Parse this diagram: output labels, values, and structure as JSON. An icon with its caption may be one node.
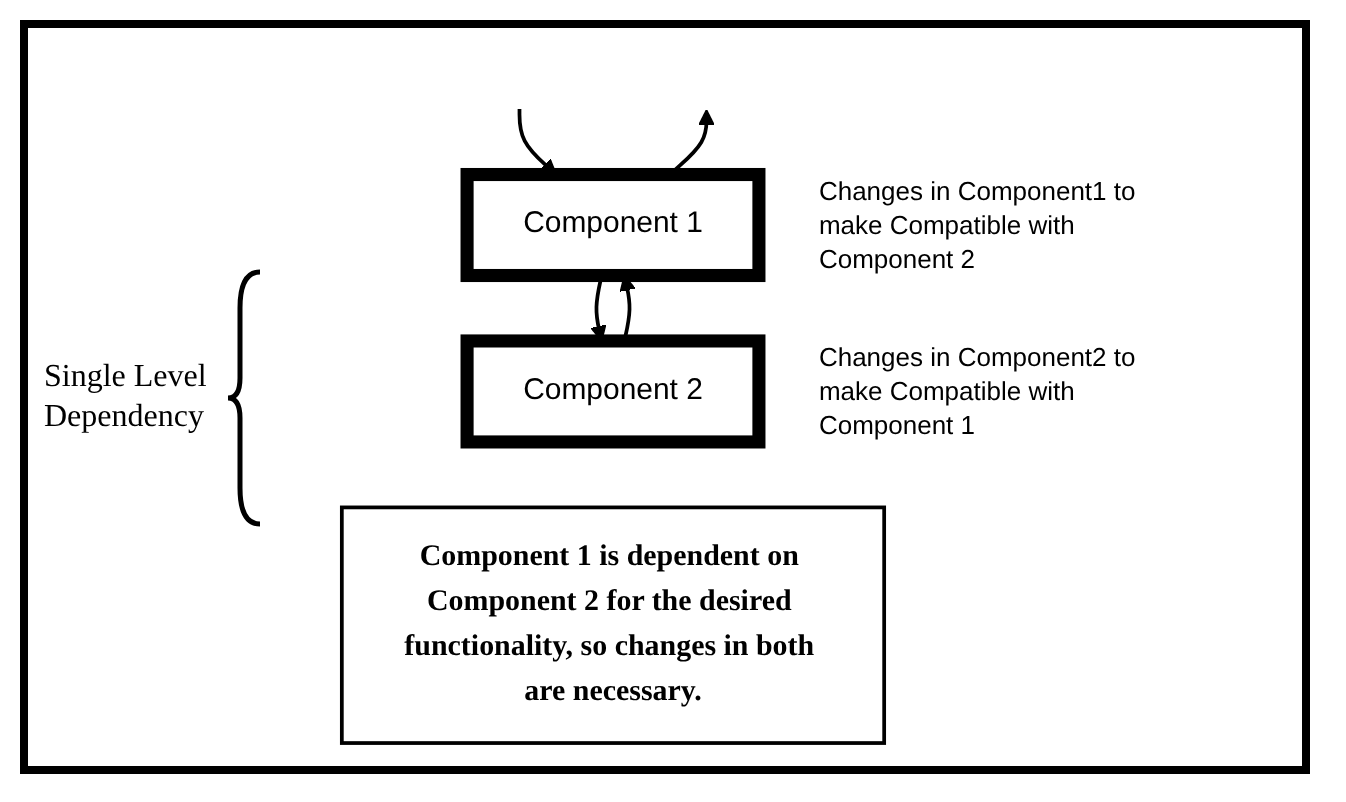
{
  "diagram": {
    "nodes": [
      {
        "text": [
          "Component 1"
        ],
        "beside": [
          "Changes in Component1 to make Compatible with Component 2"
        ]
      },
      {
        "text": [
          "Component 2"
        ],
        "beside": [
          "Changes in Component2 to make Compatible with Component 1"
        ]
      },
      {
        "text": [
          "Component 1 is dependent on Component 2 for the desired functionality, so changes in both are necessary."
        ]
      }
    ],
    "edges": [
      {
        "from": null,
        "to": 0,
        "arrow": "to"
      },
      {
        "from": 0,
        "to": null,
        "arrow": "to"
      },
      {
        "from": 0,
        "to": 1,
        "arrow": "to"
      },
      {
        "from": 1,
        "to": 0,
        "arrow": "to"
      }
    ],
    "labels": [
      "Single Level Dependency"
    ]
  }
}
